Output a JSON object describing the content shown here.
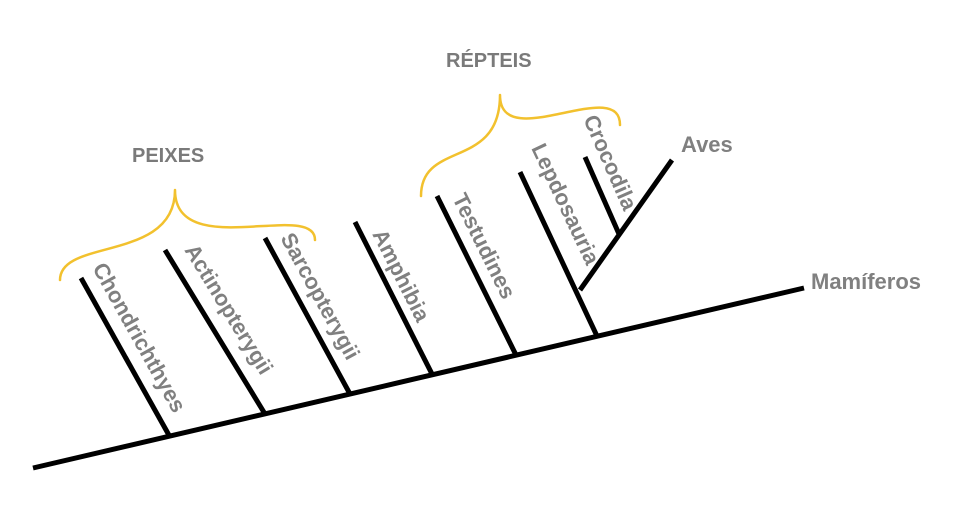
{
  "taxa": {
    "chondrichthyes": "Chondrichthyes",
    "actinopterygii": "Actinopterygii",
    "sarcopterygii": "Sarcopterygii",
    "amphibia": "Amphibia",
    "testudines": "Testudines",
    "lepdosauria": "Lepdosauria",
    "crocodila": "Crocodila",
    "aves": "Aves",
    "mamiferos": "Mamíferos"
  },
  "groups": {
    "peixes": "PEIXES",
    "repteis": "RÉPTEIS"
  },
  "colors": {
    "branch": "#000000",
    "label": "#808080",
    "brace": "#f2c12e"
  }
}
